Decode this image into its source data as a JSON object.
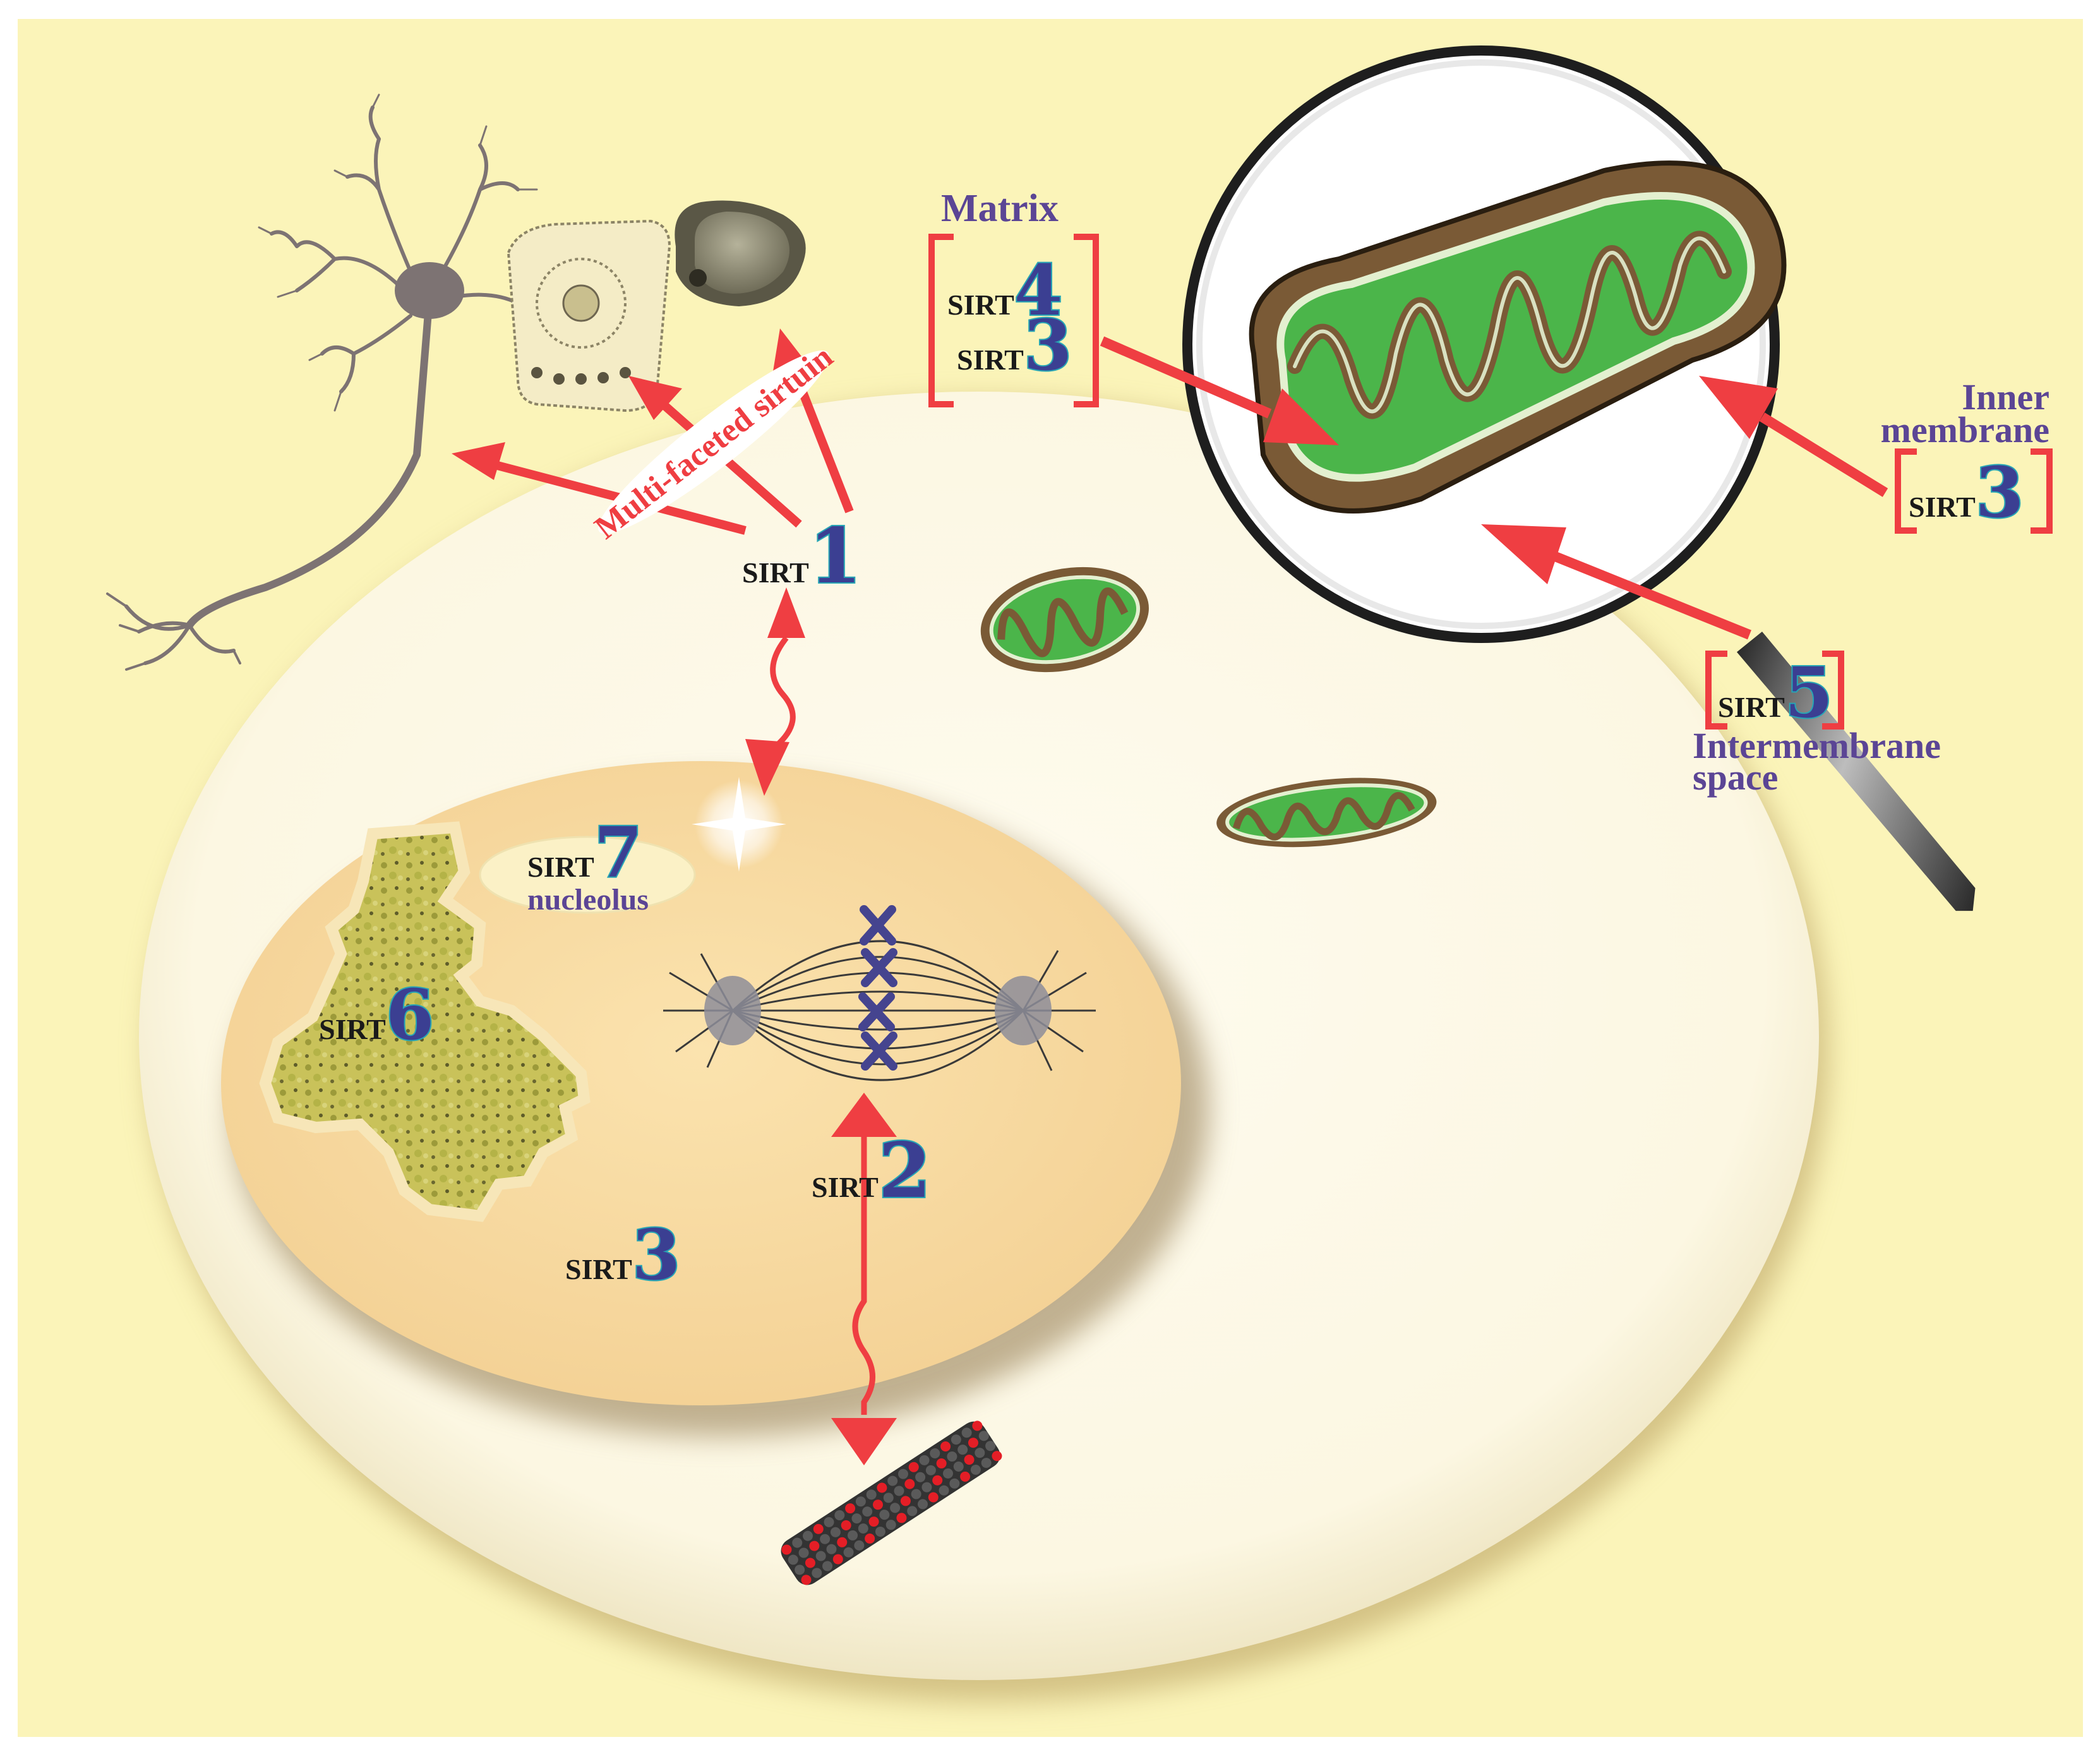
{
  "colors": {
    "background": "#fbf4b9",
    "cell": "#fdfaea",
    "nucleus": "#f9dfa6",
    "arrow": "#ef3e42",
    "label_purple": "#5b4595",
    "sirt_number": "#3b3f92",
    "mito_green": "#4bb54a",
    "mito_brown": "#7a5a36"
  },
  "icons": {
    "neuron": "neuron-icon",
    "epithelial_cell": "epithelial-cell-icon",
    "stem_cell": "stem-cell-icon",
    "mitochondrion": "mitochondrion-icon",
    "magnifier": "magnifier-icon",
    "spindle": "mitotic-spindle-icon",
    "microtubule": "microtubule-icon",
    "chromatin": "chromatin-icon",
    "centrosome": "centrosome-sparkle-icon"
  },
  "labels": {
    "sirt_prefix": "SIRT",
    "multi_faceted": "Multi-faceted sirtuin",
    "matrix": "Matrix",
    "inner_line1": "Inner",
    "inner_line2": "membrane",
    "intermembrane_line1": "Intermembrane",
    "intermembrane_line2": "space",
    "nucleolus": "nucleolus"
  },
  "sirtuins": {
    "sirt1": "1",
    "sirt2": "2",
    "sirt3_nucleus": "3",
    "sirt3_matrix": "3",
    "sirt3_inner": "3",
    "sirt4": "4",
    "sirt5": "5",
    "sirt6": "6",
    "sirt7": "7"
  }
}
